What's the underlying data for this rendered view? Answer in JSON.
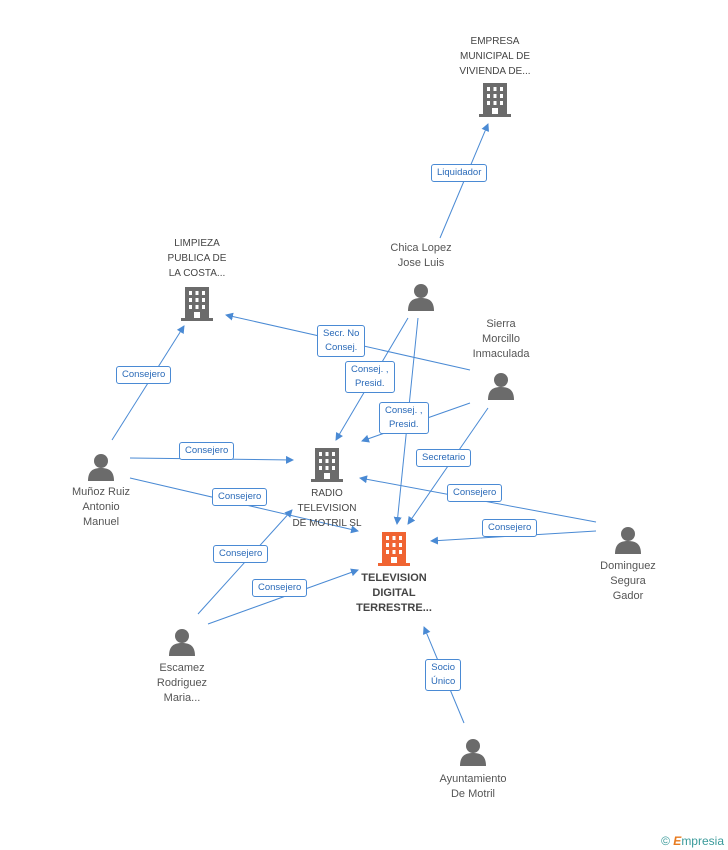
{
  "colors": {
    "edge": "#4a8ad4",
    "building": "#6b6b6b",
    "center_building": "#f06432",
    "person": "#6b6b6b"
  },
  "nodes": {
    "empresa_municipal": {
      "label": "EMPRESA\nMUNICIPAL DE\nVIVIENDA DE...",
      "icon": "building-icon"
    },
    "limpieza": {
      "label": "LIMPIEZA\nPUBLICA DE\nLA COSTA...",
      "icon": "building-icon"
    },
    "radio": {
      "label": "RADIO\nTELEVISION\nDE MOTRIL SL",
      "icon": "building-icon"
    },
    "television": {
      "label": "TELEVISION\nDIGITAL\nTERRESTRE...",
      "icon": "building-icon"
    },
    "chica": {
      "label": "Chica Lopez\nJose Luis",
      "icon": "person-icon"
    },
    "sierra": {
      "label": "Sierra\nMorcillo\nInmaculada",
      "icon": "person-icon"
    },
    "munoz": {
      "label": "Muñoz Ruiz\nAntonio\nManuel",
      "icon": "person-icon"
    },
    "dominguez": {
      "label": "Dominguez\nSegura\nGador",
      "icon": "person-icon"
    },
    "escamez": {
      "label": "Escamez\nRodriguez\nMaria...",
      "icon": "person-icon"
    },
    "ayuntamiento": {
      "label": "Ayuntamiento\nDe Motril",
      "icon": "person-icon"
    }
  },
  "edge_labels": {
    "liquidador": "Liquidador",
    "secr_no_consej": "Secr.  No\nConsej.",
    "consej_presid_1": "Consej. ,\nPresid.",
    "consej_presid_2": "Consej. ,\nPresid.",
    "secretario": "Secretario",
    "consejero_munoz_limpieza": "Consejero",
    "consejero_munoz_radio": "Consejero",
    "consejero_munoz_tv": "Consejero",
    "consejero_dominguez_radio": "Consejero",
    "consejero_dominguez_tv": "Consejero",
    "consejero_escamez_radio": "Consejero",
    "consejero_escamez_tv": "Consejero",
    "socio_unico": "Socio\nÚnico"
  },
  "footer": {
    "copyright": "©",
    "brand_initial": "E",
    "brand_rest": "mpresia"
  }
}
